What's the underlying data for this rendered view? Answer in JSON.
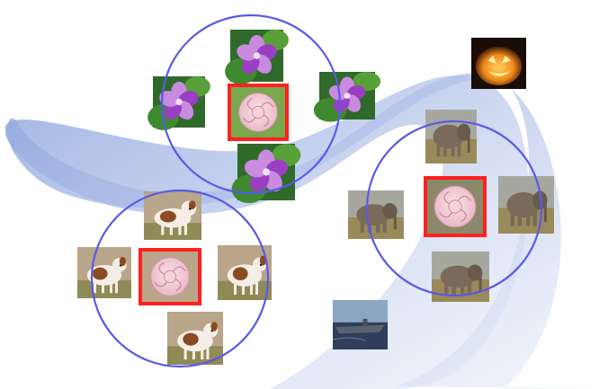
{
  "colors": {
    "background": "#ffffff",
    "manifold": "#b7c6ea",
    "cluster_circle": "#5a5ae6",
    "centroid_box": "#ff2020",
    "flower_petal": "#9b3fc2",
    "flower_petal_light": "#c98be0",
    "leaf": "#3f8a2e",
    "dog_coat": "#8a4b22",
    "elephant": "#7a6a5a",
    "savanna": "#9a8a5a",
    "grass": "#6a9a3a",
    "sea": "#2e3e5c",
    "pumpkin_glow": "#f28a1a"
  },
  "clusters": [
    {
      "name": "flower-cluster",
      "members": [
        "flower",
        "flower",
        "flower",
        "flower"
      ],
      "centroid": "rose-placeholder"
    },
    {
      "name": "dog-cluster",
      "members": [
        "dog",
        "dog",
        "dog",
        "dog"
      ],
      "centroid": "rose-placeholder"
    },
    {
      "name": "elephant-cluster",
      "members": [
        "elephant",
        "elephant",
        "elephant",
        "elephant"
      ],
      "centroid": "rose-placeholder"
    }
  ],
  "outliers": [
    "flower",
    "pumpkin",
    "ship"
  ],
  "icons": {
    "centroid": "rose-icon",
    "flower": "flower-icon",
    "dog": "dog-icon",
    "elephant": "elephant-icon",
    "pumpkin": "jack-o-lantern-icon",
    "ship": "aircraft-carrier-icon"
  }
}
